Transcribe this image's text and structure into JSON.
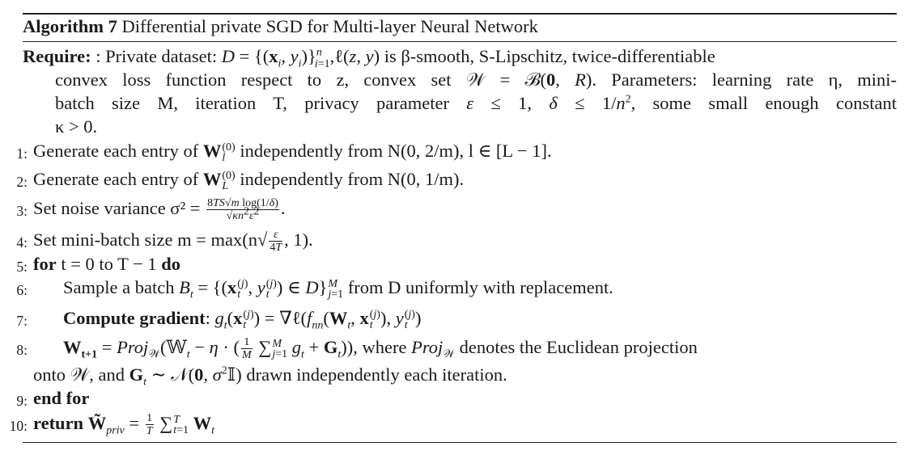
{
  "algorithm": {
    "label": "Algorithm 7",
    "title": "Differential private SGD for Multi-layer Neural Network"
  },
  "require": {
    "label": "Require:",
    "text_1": ": Private dataset:",
    "text_2": "is β-smooth, S-Lipschitz, twice-differentiable",
    "text_3": "convex loss function respect to z, convex set",
    "text_4": "Parameters: learning rate η, mini-",
    "text_5": "batch size M, iteration T, privacy parameter",
    "text_6": "some small enough constant",
    "text_7": "κ > 0."
  },
  "steps": [
    {
      "num": "1:",
      "text": "Generate each entry of",
      "tail": "independently from N(0, 2/m), l ∈ [L − 1]."
    },
    {
      "num": "2:",
      "text": "Generate each entry of",
      "tail": "independently from N(0, 1/m)."
    },
    {
      "num": "3:",
      "text": "Set noise variance σ² ="
    },
    {
      "num": "4:",
      "text": "Set mini-batch size m = max(n"
    },
    {
      "num": "5:",
      "kw1": "for",
      "text": "t = 0 to T − 1",
      "kw2": "do"
    },
    {
      "num": "6:",
      "text": "Sample a batch",
      "tail": "from D uniformly with replacement."
    },
    {
      "num": "7:",
      "kw1": "Compute gradient",
      "text": ":"
    },
    {
      "num": "8:",
      "text": ", where",
      "tail": "denotes the Euclidean projection"
    },
    {
      "num": "",
      "text": "onto 𝒲, and",
      "tail": "drawn independently each iteration."
    },
    {
      "num": "9:",
      "kw1": "end for"
    },
    {
      "num": "10:",
      "kw1": "return"
    }
  ]
}
